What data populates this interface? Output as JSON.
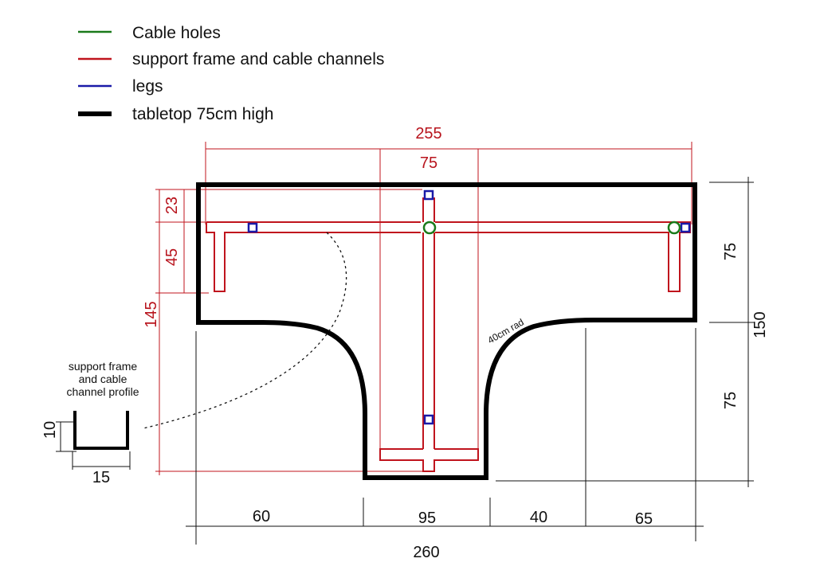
{
  "legend": [
    {
      "label": "Cable holes",
      "color": "#1a7a1a",
      "weight": "thin"
    },
    {
      "label": "support frame and cable channels",
      "color": "#c0141d",
      "weight": "thin"
    },
    {
      "label": "legs",
      "color": "#1a1aa8",
      "weight": "thin"
    },
    {
      "label": "tabletop 75cm high",
      "color": "#000000",
      "weight": "thick"
    }
  ],
  "dimensions": {
    "top_total": "255",
    "top_center": "75",
    "left_23": "23",
    "left_45": "45",
    "left_145": "145",
    "right_75_top": "75",
    "right_150": "150",
    "right_75_bottom": "75",
    "bottom_60": "60",
    "bottom_95": "95",
    "bottom_40": "40",
    "bottom_65": "65",
    "bottom_total": "260",
    "radius": "40cm rad"
  },
  "profile": {
    "title_lines": [
      "support frame",
      "and cable",
      "channel profile"
    ],
    "height": "10",
    "width": "15"
  },
  "colors": {
    "red": "#c0141d",
    "red_text": "#b8141d",
    "blue": "#1a1aa8",
    "green": "#1a7a1a",
    "black": "#000000"
  }
}
